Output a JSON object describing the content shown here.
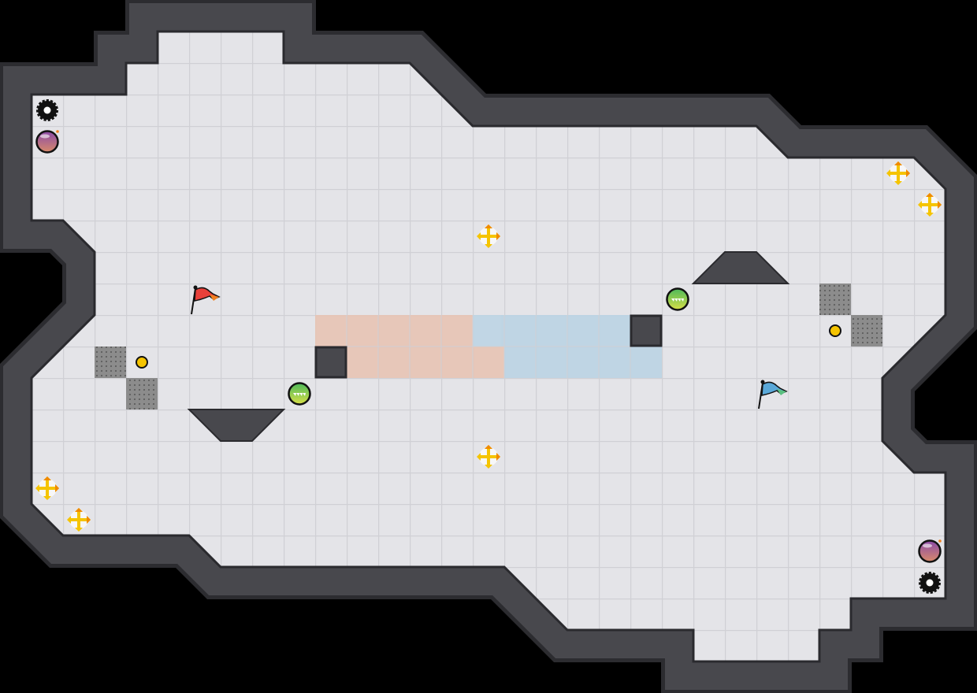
{
  "map": {
    "colors": {
      "floor": "#e4e4e8",
      "grid": "#d2d2d6",
      "wall": "#3f3f44",
      "wall_edge": "#2a2a2e",
      "red_zone": "#e8c4b4",
      "blue_zone": "#bcd4e4",
      "gate": "#8a8a8a",
      "boost": "#f5c400",
      "bomb": "#9a5aa0",
      "powerup": "#6cc24a",
      "red_flag": "#e8403a",
      "blue_flag": "#5aa8d8"
    },
    "entities": [
      "red-flag",
      "blue-flag",
      "boost",
      "bomb",
      "spike",
      "powerup",
      "portal-dot",
      "gate"
    ]
  }
}
